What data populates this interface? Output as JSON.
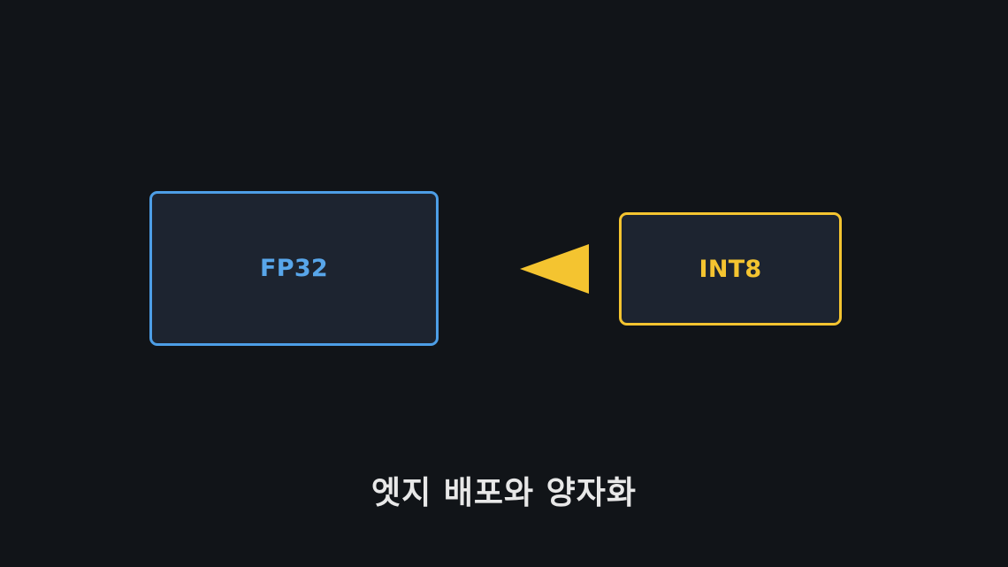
{
  "nodes": {
    "fp32": {
      "label": "FP32",
      "color": "#58a6ea",
      "border_color": "#4d9ee6"
    },
    "int8": {
      "label": "INT8",
      "color": "#f4c430",
      "border_color": "#f4c430"
    }
  },
  "arrow": {
    "direction": "left",
    "color": "#f4c430"
  },
  "caption": "엣지 배포와 양자화",
  "colors": {
    "background": "#111418",
    "box_fill": "#1d2430",
    "caption_text": "#e8e8e8"
  }
}
